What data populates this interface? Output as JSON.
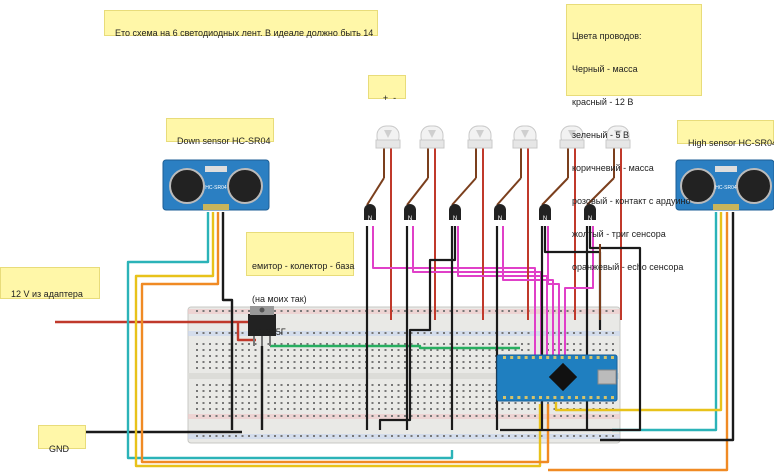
{
  "notes": {
    "top": "Ето схема на 6 светодиодных лент. В идеале должно быть 14",
    "plus_minus": "+  -",
    "down_sensor": "Down sensor HC-SR04",
    "high_sensor": "High sensor HC-SR04",
    "transistor": [
      "емитор - колектор - база",
      "(на моих так)",
      "КТ-315Г"
    ],
    "power": "12 V из адаптера",
    "gnd": "GND",
    "wires_title": "Цвета проводов:",
    "wires": [
      "Черный - масса",
      "красный - 12 В",
      "зеленый - 5 В",
      "коричневий - масса",
      "розовый - контакт с ардуино",
      "жолтый - триг сенсора",
      "оранжевый - echo сенсора"
    ]
  },
  "sensor_label": "HC-SR04",
  "colors": {
    "black": "#1a1a1a",
    "red": "#c0392b",
    "green": "#27ae60",
    "brown": "#7b3f1d",
    "pink": "#e040c8",
    "yellow": "#e8c21a",
    "orange": "#f08a24",
    "cyan": "#2bb3b8",
    "note_bg": "#fff7a8",
    "sensor_blue": "#2b7fc2",
    "arduino_blue": "#1f7fc0"
  }
}
